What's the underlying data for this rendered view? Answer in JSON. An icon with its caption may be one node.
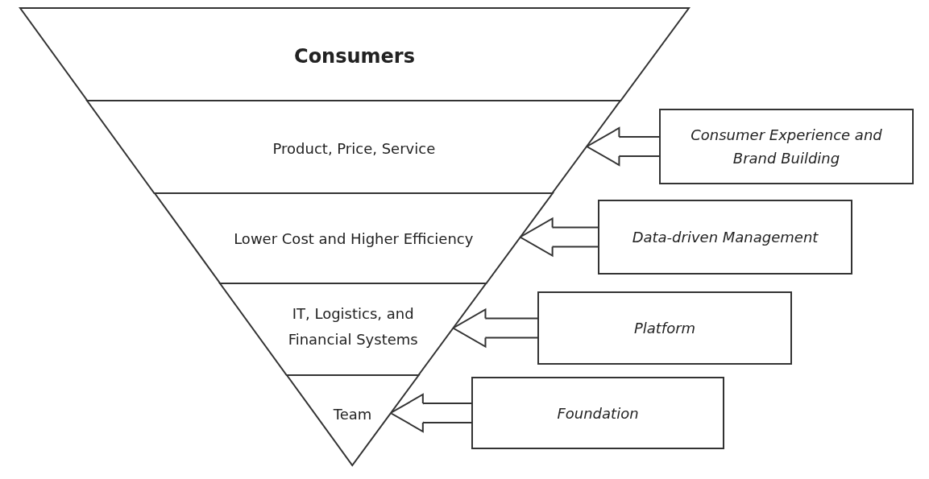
{
  "diagram": {
    "nodes": [
      {
        "text": [
          "Consumers"
        ]
      },
      {
        "text": [
          "Product, Price, Service"
        ]
      },
      {
        "text": [
          "Lower Cost and Higher Efficiency"
        ]
      },
      {
        "text": [
          "IT, Logistics, and Financial Systems"
        ]
      },
      {
        "text": [
          "Team"
        ]
      },
      {
        "text": [
          "Consumer Experience and Brand Building"
        ]
      },
      {
        "text": [
          "Data-driven Management"
        ]
      },
      {
        "text": [
          "Platform"
        ]
      },
      {
        "text": [
          "Foundation"
        ]
      }
    ],
    "edges": [
      {
        "from": 5,
        "to": 1,
        "arrow": "to"
      },
      {
        "from": 6,
        "to": 2,
        "arrow": "to"
      },
      {
        "from": 7,
        "to": 3,
        "arrow": "to"
      },
      {
        "from": 8,
        "to": 4,
        "arrow": "to"
      }
    ]
  }
}
